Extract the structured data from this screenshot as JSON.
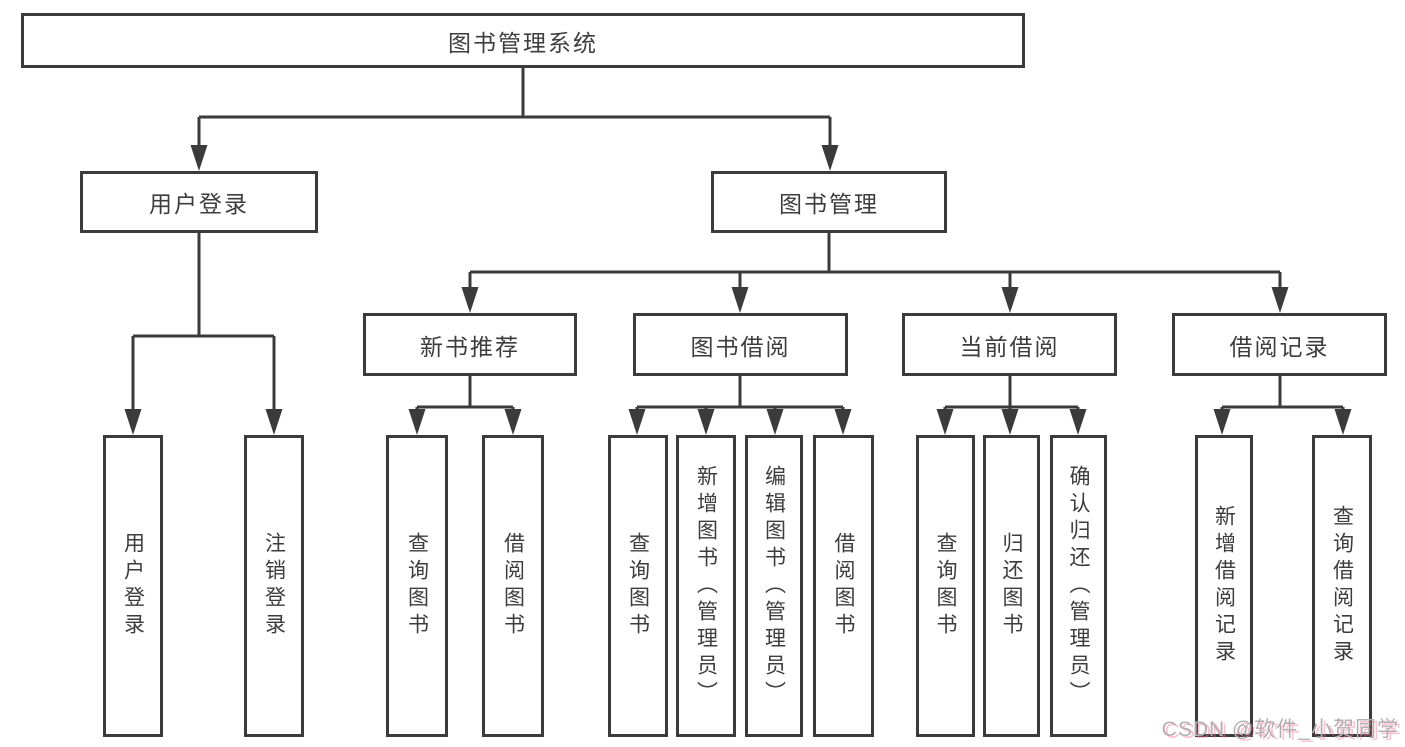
{
  "diagram": {
    "root": "图书管理系统",
    "level2": {
      "user_login": "用户登录",
      "book_management": "图书管理"
    },
    "level3": {
      "new_book_recommend": "新书推荐",
      "book_borrow": "图书借阅",
      "current_borrow": "当前借阅",
      "borrow_records": "借阅记录"
    },
    "leaves": {
      "user_login": "用户登录",
      "logout": "注销登录",
      "nb_query_books": "查询图书",
      "nb_borrow_books": "借阅图书",
      "bb_query_books": "查询图书",
      "bb_add_books_admin": "新增图书（管理员）",
      "bb_edit_books_admin": "编辑图书（管理员）",
      "bb_borrow_books": "借阅图书",
      "cb_query_books": "查询图书",
      "cb_return_books": "归还图书",
      "cb_confirm_return_admin": "确认归还（管理员）",
      "br_add_record": "新增借阅记录",
      "br_query_record": "查询借阅记录"
    }
  },
  "watermark": {
    "text": "CSDN @软件_小贺同学"
  },
  "colors": {
    "line": "#3b3b3b",
    "box_border": "#3b3b3b",
    "text": "#3d3d3d",
    "background": "#ffffff",
    "watermark_gray": "#b0b0b0",
    "watermark_pink": "#fb7299"
  }
}
